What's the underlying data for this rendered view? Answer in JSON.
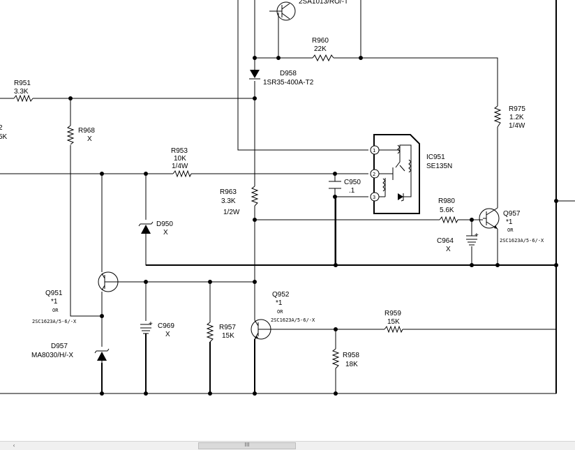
{
  "components": {
    "q_top": "2SA1013/RO/-T",
    "r960": {
      "ref": "R960",
      "value": "22K"
    },
    "d958": {
      "ref": "D958",
      "part": "1SR35-400A-T2"
    },
    "r951": {
      "ref": "R951",
      "value": "3.3K"
    },
    "left_clip": {
      "line1": "2",
      "line2": "5K"
    },
    "r968": {
      "ref": "R968",
      "value": "X"
    },
    "r953": {
      "ref": "R953",
      "value": "10K",
      "power": "1/4W"
    },
    "r975": {
      "ref": "R975",
      "value": "1.2K",
      "power": "1/4W"
    },
    "ic951": {
      "ref": "IC951",
      "part": "SE135N",
      "pins": [
        "1",
        "2",
        "3"
      ]
    },
    "c950": {
      "ref": "C950",
      "value": ".1"
    },
    "r963": {
      "ref": "R963",
      "value": "3.3K",
      "power": "1/2W"
    },
    "r980": {
      "ref": "R980",
      "value": "5.6K"
    },
    "q957": {
      "ref": "Q957",
      "note": "*1",
      "or": "OR",
      "part": "2SC1623A/5-6/-X"
    },
    "c964": {
      "ref": "C964",
      "value": "X"
    },
    "d950": {
      "ref": "D950",
      "value": "X"
    },
    "q951": {
      "ref": "Q951",
      "note": "*1",
      "or": "OR",
      "part": "2SC1623A/5-6/-X"
    },
    "q952": {
      "ref": "Q952",
      "note": "*1",
      "or": "OR",
      "part": "2SC1623A/5-6/-X"
    },
    "c969": {
      "ref": "C969",
      "value": "X",
      "plus": "+"
    },
    "r957": {
      "ref": "R957",
      "value": "15K"
    },
    "r959": {
      "ref": "R959",
      "value": "15K"
    },
    "r958": {
      "ref": "R958",
      "value": "18K"
    },
    "d957": {
      "ref": "D957",
      "part": "MA8030/H/-X"
    },
    "c964_plus": "+"
  },
  "scrollbar": {
    "left_arrow": "‹",
    "grip": "III"
  }
}
